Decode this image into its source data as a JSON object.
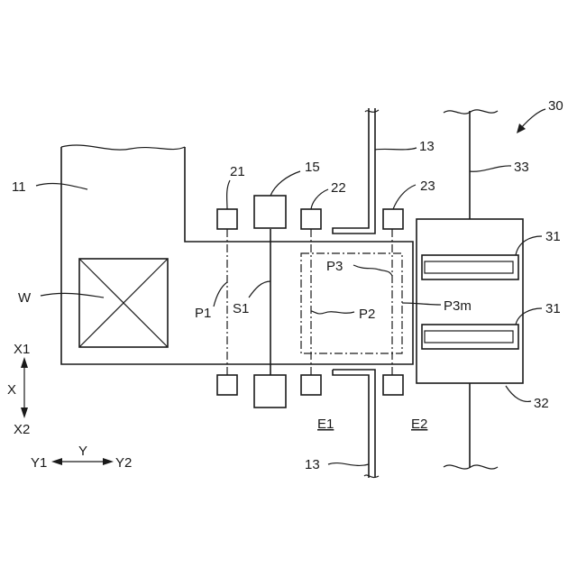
{
  "labels": {
    "ref_30": "30",
    "ref_13_top": "13",
    "ref_33": "33",
    "ref_15": "15",
    "ref_21": "21",
    "ref_22": "22",
    "ref_23": "23",
    "ref_11": "11",
    "ref_31_top": "31",
    "ref_31_bottom": "31",
    "ref_P3": "P3",
    "ref_P3m": "P3m",
    "ref_W": "W",
    "ref_P1": "P1",
    "ref_S1": "S1",
    "ref_P2": "P2",
    "ref_X1": "X1",
    "ref_X": "X",
    "ref_X2": "X2",
    "ref_32": "32",
    "ref_E1": "E1",
    "ref_E2": "E2",
    "ref_Y": "Y",
    "ref_Y1": "Y1",
    "ref_Y2": "Y2",
    "ref_13_bottom": "13"
  }
}
